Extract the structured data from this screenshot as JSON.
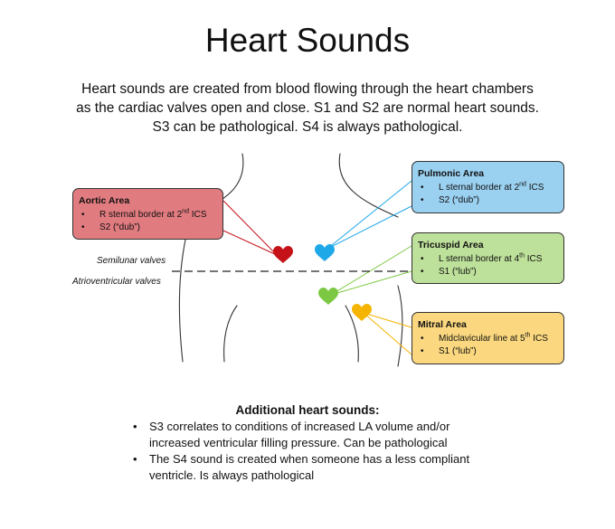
{
  "title": "Heart Sounds",
  "intro": [
    "Heart sounds are created from blood flowing through the heart chambers",
    "as the cardiac valves open and close. S1 and S2 are normal heart sounds.",
    "S3 can be pathological. S4 is always pathological."
  ],
  "areas": {
    "aortic": {
      "title": "Aortic Area",
      "bullet1": {
        "text": "R sternal border at 2",
        "sup": "nd",
        "tail": " ICS"
      },
      "bullet2": "S2 (“dub”)",
      "color": "#e07b7f",
      "heart_color": "#c41218"
    },
    "pulmonic": {
      "title": "Pulmonic Area",
      "bullet1": {
        "text": "L sternal border at 2",
        "sup": "nd",
        "tail": " ICS"
      },
      "bullet2": "S2 (“dub”)",
      "color": "#9ad0f0",
      "heart_color": "#1fa8e8"
    },
    "tricuspid": {
      "title": "Tricuspid Area",
      "bullet1": {
        "text": "L sternal border at 4",
        "sup": "th",
        "tail": " ICS"
      },
      "bullet2": "S1 (“lub”)",
      "color": "#bde09a",
      "heart_color": "#7dc843"
    },
    "mitral": {
      "title": "Mitral Area",
      "bullet1": {
        "text": "Midclavicular line at 5",
        "sup": "th",
        "tail": " ICS"
      },
      "bullet2": "S1 (“lub”)",
      "color": "#fbd87f",
      "heart_color": "#f5b400"
    }
  },
  "valves": {
    "semilunar": "Semilunar valves",
    "atrioventricular": "Atrioventricular valves"
  },
  "additional": {
    "heading": "Additional heart sounds:",
    "items": [
      "S3 correlates to conditions of increased LA volume and/or increased ventricular filling pressure. Can be pathological",
      "The S4 sound is created when someone has a less compliant ventricle. Is always pathological"
    ]
  }
}
